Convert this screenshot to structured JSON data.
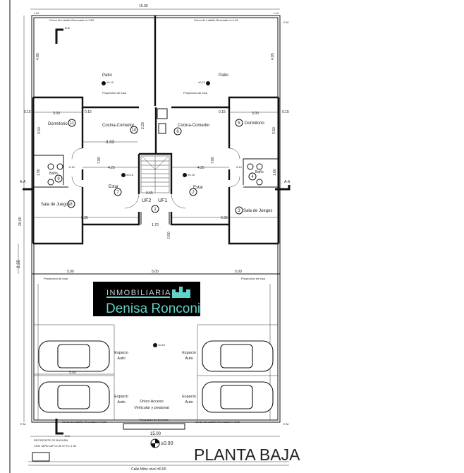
{
  "plan": {
    "title": "PLANTA BAJA",
    "street": "Calle Mitre nivel ±0.00",
    "level_mark": "±0.00",
    "width_dim": "15.00",
    "depth_dim": "20.00",
    "fence_label": "Cerco de Ladrillo Revocado h=1.80",
    "slab_projection": "Proyección de losa",
    "gate_projection": "Proyección de Cubierta",
    "section_aa": "A-A",
    "section_bb": "B-B",
    "garbage_line1": "RECIPIENTE DE BASURA",
    "garbage_line2": "CON TAPA CAP=0.40 m³  H= 1.30",
    "em": "E.M.",
    "lm": "L.M."
  },
  "rooms": {
    "patio": "Patio",
    "dormitorio": "Dormitorio",
    "cocina": "Cocina-Comedor",
    "bano": "Baño",
    "estar": "Estar",
    "sala": "Sala de Juegos",
    "uf1": "UF1",
    "uf2": "UF2",
    "espacio": "Espacio",
    "auto": "Auto",
    "acceso1": "Único Acceso",
    "acceso2": "Vehicular y peatonal"
  },
  "room_numbers": [
    "1",
    "2",
    "3",
    "4",
    "5",
    "6",
    "7",
    "8",
    "9",
    "10",
    "11"
  ],
  "dims": {
    "d485": "4.85",
    "d015": "0.15",
    "d300": "3.00",
    "d350": "3.50",
    "d333": "3.33",
    "d229": "2.29",
    "d425": "4.25",
    "d780": "7.80",
    "d150": "1.50",
    "d160": "1.60",
    "d635": "6.35",
    "d170": "1.70",
    "d050": "0.50",
    "d065": "0.65",
    "d235": "2.35",
    "d500": "5.00",
    "d010": "0.10",
    "lvl010": "±0.10",
    "lvl015": "±0.15"
  },
  "logo": {
    "line1": "INMOBILIARIA",
    "line2": "Denisa Ronconi",
    "bg": "#000000",
    "accent": "#5fd3c9"
  }
}
